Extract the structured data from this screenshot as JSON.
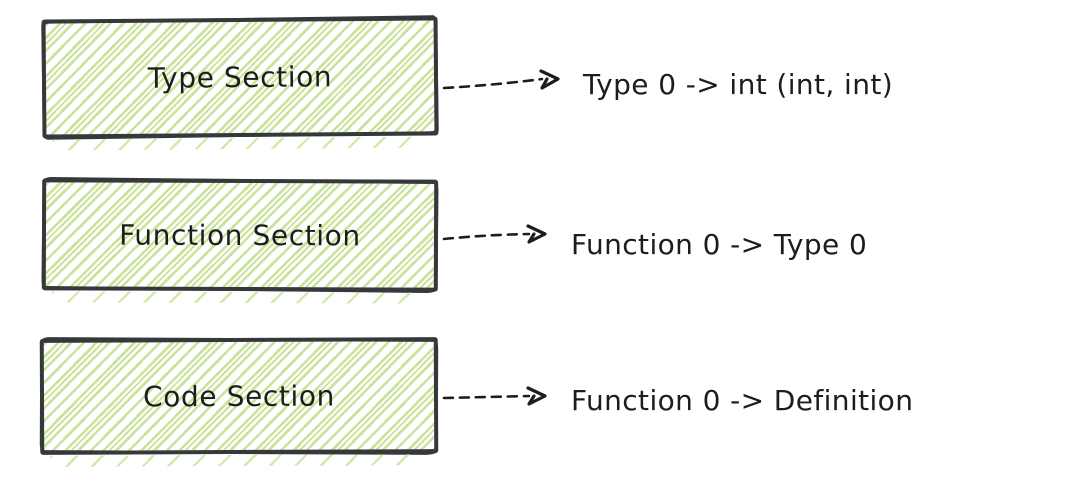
{
  "diagram": {
    "style": "hand-drawn-sketch",
    "colors": {
      "box_fill": "#c9e49a",
      "box_stroke": "#35393c",
      "ink": "#1d1d1d",
      "background": "#ffffff"
    },
    "rows": [
      {
        "box_label": "Type Section",
        "annotation": "Type 0 -> int (int, int)"
      },
      {
        "box_label": "Function Section",
        "annotation": "Function 0 -> Type 0"
      },
      {
        "box_label": "Code Section",
        "annotation": "Function 0 -> Definition"
      }
    ]
  }
}
